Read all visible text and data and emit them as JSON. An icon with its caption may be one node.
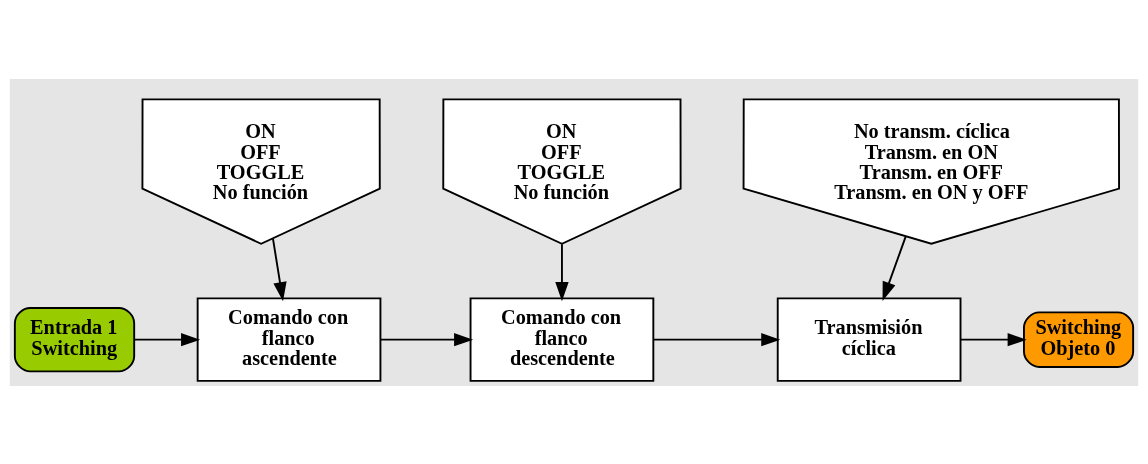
{
  "diagram": {
    "nodes": [
      {
        "text": [
          "ON",
          "OFF",
          "TOGGLE",
          "No función"
        ]
      },
      {
        "text": [
          "ON",
          "OFF",
          "TOGGLE",
          "No función"
        ]
      },
      {
        "text": [
          "No transm. cíclica",
          "Transm. en ON",
          "Transm. en OFF",
          "Transm. en ON y OFF"
        ]
      },
      {
        "text": [
          "Entrada 1 Switching"
        ]
      },
      {
        "text": [
          "Comando con flanco ascendente"
        ]
      },
      {
        "text": [
          "Comando con flanco descendente"
        ]
      },
      {
        "text": [
          "Transmisión cíclica"
        ]
      },
      {
        "text": [
          "Switching Objeto 0"
        ]
      }
    ],
    "edges": [
      {
        "from": 0,
        "to": 4,
        "arrow": "to"
      },
      {
        "from": 1,
        "to": 5,
        "arrow": "to"
      },
      {
        "from": 2,
        "to": 6,
        "arrow": "to"
      },
      {
        "from": 3,
        "to": 4,
        "arrow": "to"
      },
      {
        "from": 4,
        "to": 5,
        "arrow": "to"
      },
      {
        "from": 5,
        "to": 6,
        "arrow": "to"
      },
      {
        "from": 6,
        "to": 7,
        "arrow": "to"
      }
    ]
  }
}
